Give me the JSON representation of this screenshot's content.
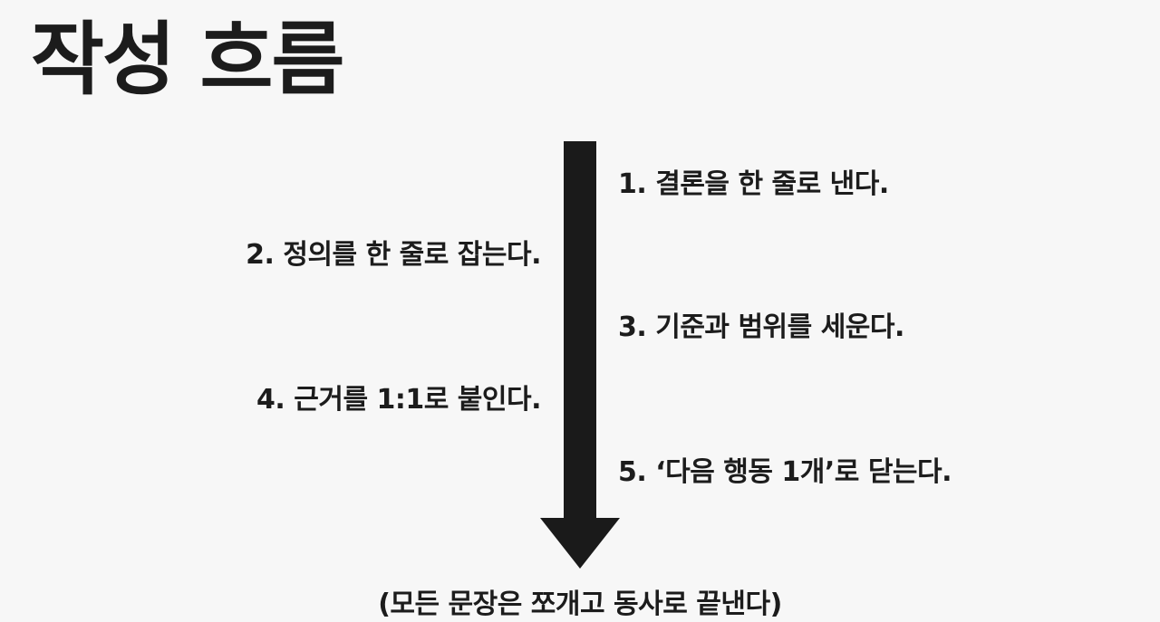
{
  "title": "작성 흐름",
  "steps": [
    {
      "label": "1. 결론을 한 줄로 낸다."
    },
    {
      "label": "2. 정의를 한 줄로 잡는다."
    },
    {
      "label": "3. 기준과 범위를 세운다."
    },
    {
      "label": "4. 근거를 1:1로 붙인다."
    },
    {
      "label": "5. ‘다음 행동 1개’로 닫는다."
    }
  ],
  "footer": "(모든 문장은 쪼개고 동사로 끝낸다)"
}
